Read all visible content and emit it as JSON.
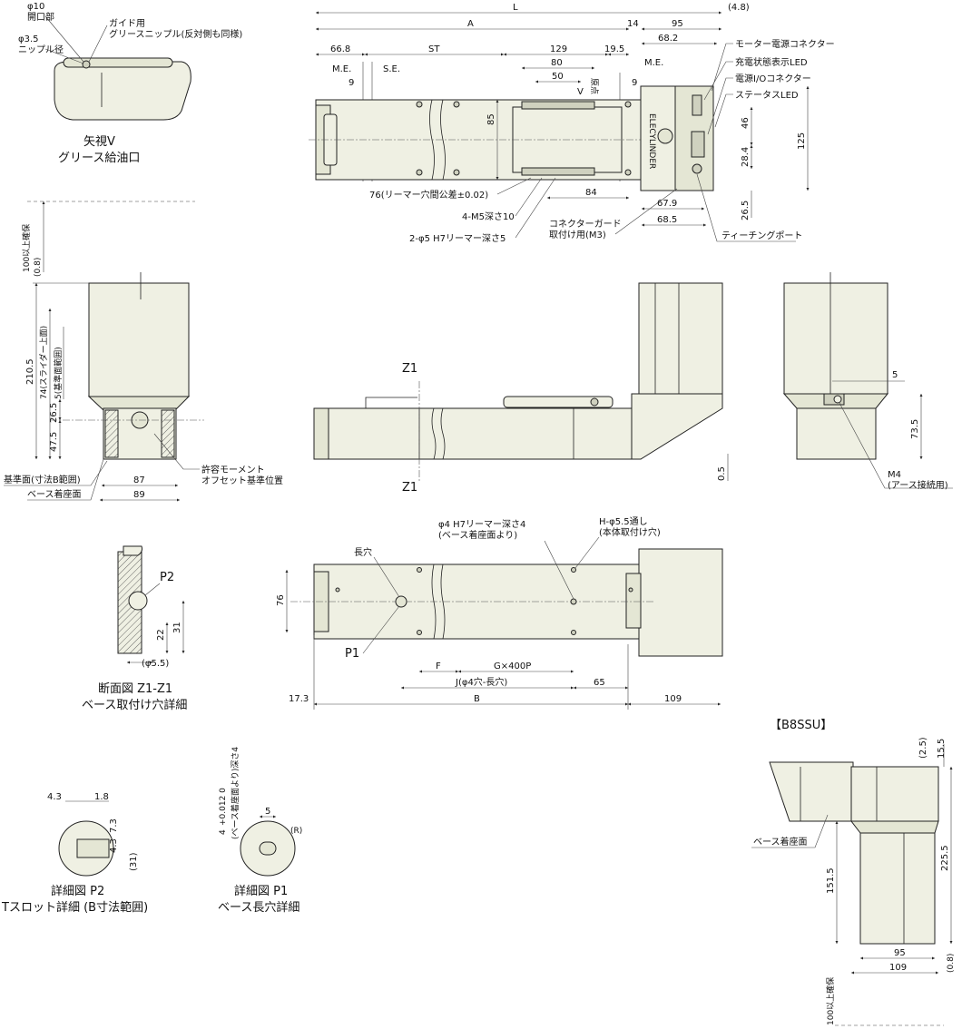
{
  "top_view": {
    "dims": {
      "L": "L",
      "A": "A",
      "d14": "14",
      "d95": "95",
      "d4_8": "(4.8)",
      "d68_2": "68.2",
      "d66_8": "66.8",
      "ST": "ST",
      "d129": "129",
      "d19_5": "19.5",
      "d80": "80",
      "d50": "50",
      "d9a": "9",
      "d9b": "9",
      "d85": "85",
      "d125": "125",
      "d46": "46",
      "d28_4": "28.4",
      "d26_5": "26.5",
      "d84": "84",
      "d67_9": "67.9",
      "d68_5": "68.5"
    },
    "labels": {
      "me_left": "M.E.",
      "se": "S.E.",
      "me_right": "M.E.",
      "origin": "原点",
      "v": "V",
      "motor_connector": "モーター電源コネクター",
      "charge_led": "充電状態表示LED",
      "power_io": "電源I/Oコネクター",
      "status_led": "ステータスLED",
      "reamer_pitch": "76(リーマー穴間公差±0.02)",
      "m5": "4-M5深さ10",
      "phi5": "2-φ5 H7リーマー深さ5",
      "guard_1": "コネクターガード",
      "guard_2": "取付け用(M3)",
      "teaching": "ティーチングポート",
      "brand": "ELECYLINDER"
    }
  },
  "view_v": {
    "phi10": "φ10",
    "opening": "開口部",
    "grease_nipple": "ガイド用",
    "grease_nipple_2": "グリースニップル(反対側も同様)",
    "phi3_5": "φ3.5",
    "nipple_dia": "ニップル径",
    "caption_1": "矢視V",
    "caption_2": "グリース給油口"
  },
  "side_view": {
    "clearance": "100以上確保",
    "d0_8": "(0.8)",
    "d210_5": "210.5",
    "slider_top": "74(スライダー上面)",
    "ref_range": "5(基準面範囲)",
    "d26_5": "26.5",
    "d47_5": "47.5",
    "d87": "87",
    "d89": "89",
    "ref_face": "基準面(寸法B範囲)",
    "base_face": "ベース着座面",
    "moment_1": "許容モーメント",
    "moment_2": "オフセット基準位置"
  },
  "front_view": {
    "z1_top": "Z1",
    "z1_bottom": "Z1",
    "d0_5": "0.5"
  },
  "end_view": {
    "d5": "5",
    "d73_5": "73.5",
    "m4": "M4",
    "m4_note": "(アース接続用)"
  },
  "section_z1": {
    "p2": "P2",
    "d22": "22",
    "d31": "31",
    "phi5_5": "(φ5.5)",
    "caption_1": "断面図 Z1-Z1",
    "caption_2": "ベース取付け穴詳細"
  },
  "bottom_view": {
    "long_hole": "長穴",
    "phi4": "φ4 H7リーマー深さ4",
    "phi4_2": "(ベース着座面より)",
    "h_phi": "H-φ5.5通し",
    "h_phi_2": "(本体取付け穴)",
    "p1": "P1",
    "d76": "76",
    "F": "F",
    "G": "G×400P",
    "J": "J(φ4穴-長穴)",
    "d65": "65",
    "d17_3": "17.3",
    "B": "B",
    "d109": "109"
  },
  "detail_p2": {
    "d4_3a": "4.3",
    "d1_8": "1.8",
    "d7_3": "7.3",
    "d4_3b": "4.3",
    "d31": "(31)",
    "caption_1": "詳細図 P2",
    "caption_2": "Tスロット詳細 (B寸法範囲)"
  },
  "detail_p1": {
    "depth": "4",
    "tol": "+0.012 0",
    "depth_note": "(ベース着座面より)深さ4",
    "d5": "5",
    "r": "(R)",
    "caption_1": "詳細図 P1",
    "caption_2": "ベース長穴詳細"
  },
  "b8ssu": {
    "title": "【B8SSU】",
    "d2_5": "(2.5)",
    "d15_5": "15.5",
    "d225_5": "225.5",
    "d151_5": "151.5",
    "base_face": "ベース着座面",
    "d95": "95",
    "d109": "109",
    "d0_8": "(0.8)",
    "clearance": "100以上確保"
  },
  "colors": {
    "body": "#eff0e3",
    "line": "#222222"
  }
}
